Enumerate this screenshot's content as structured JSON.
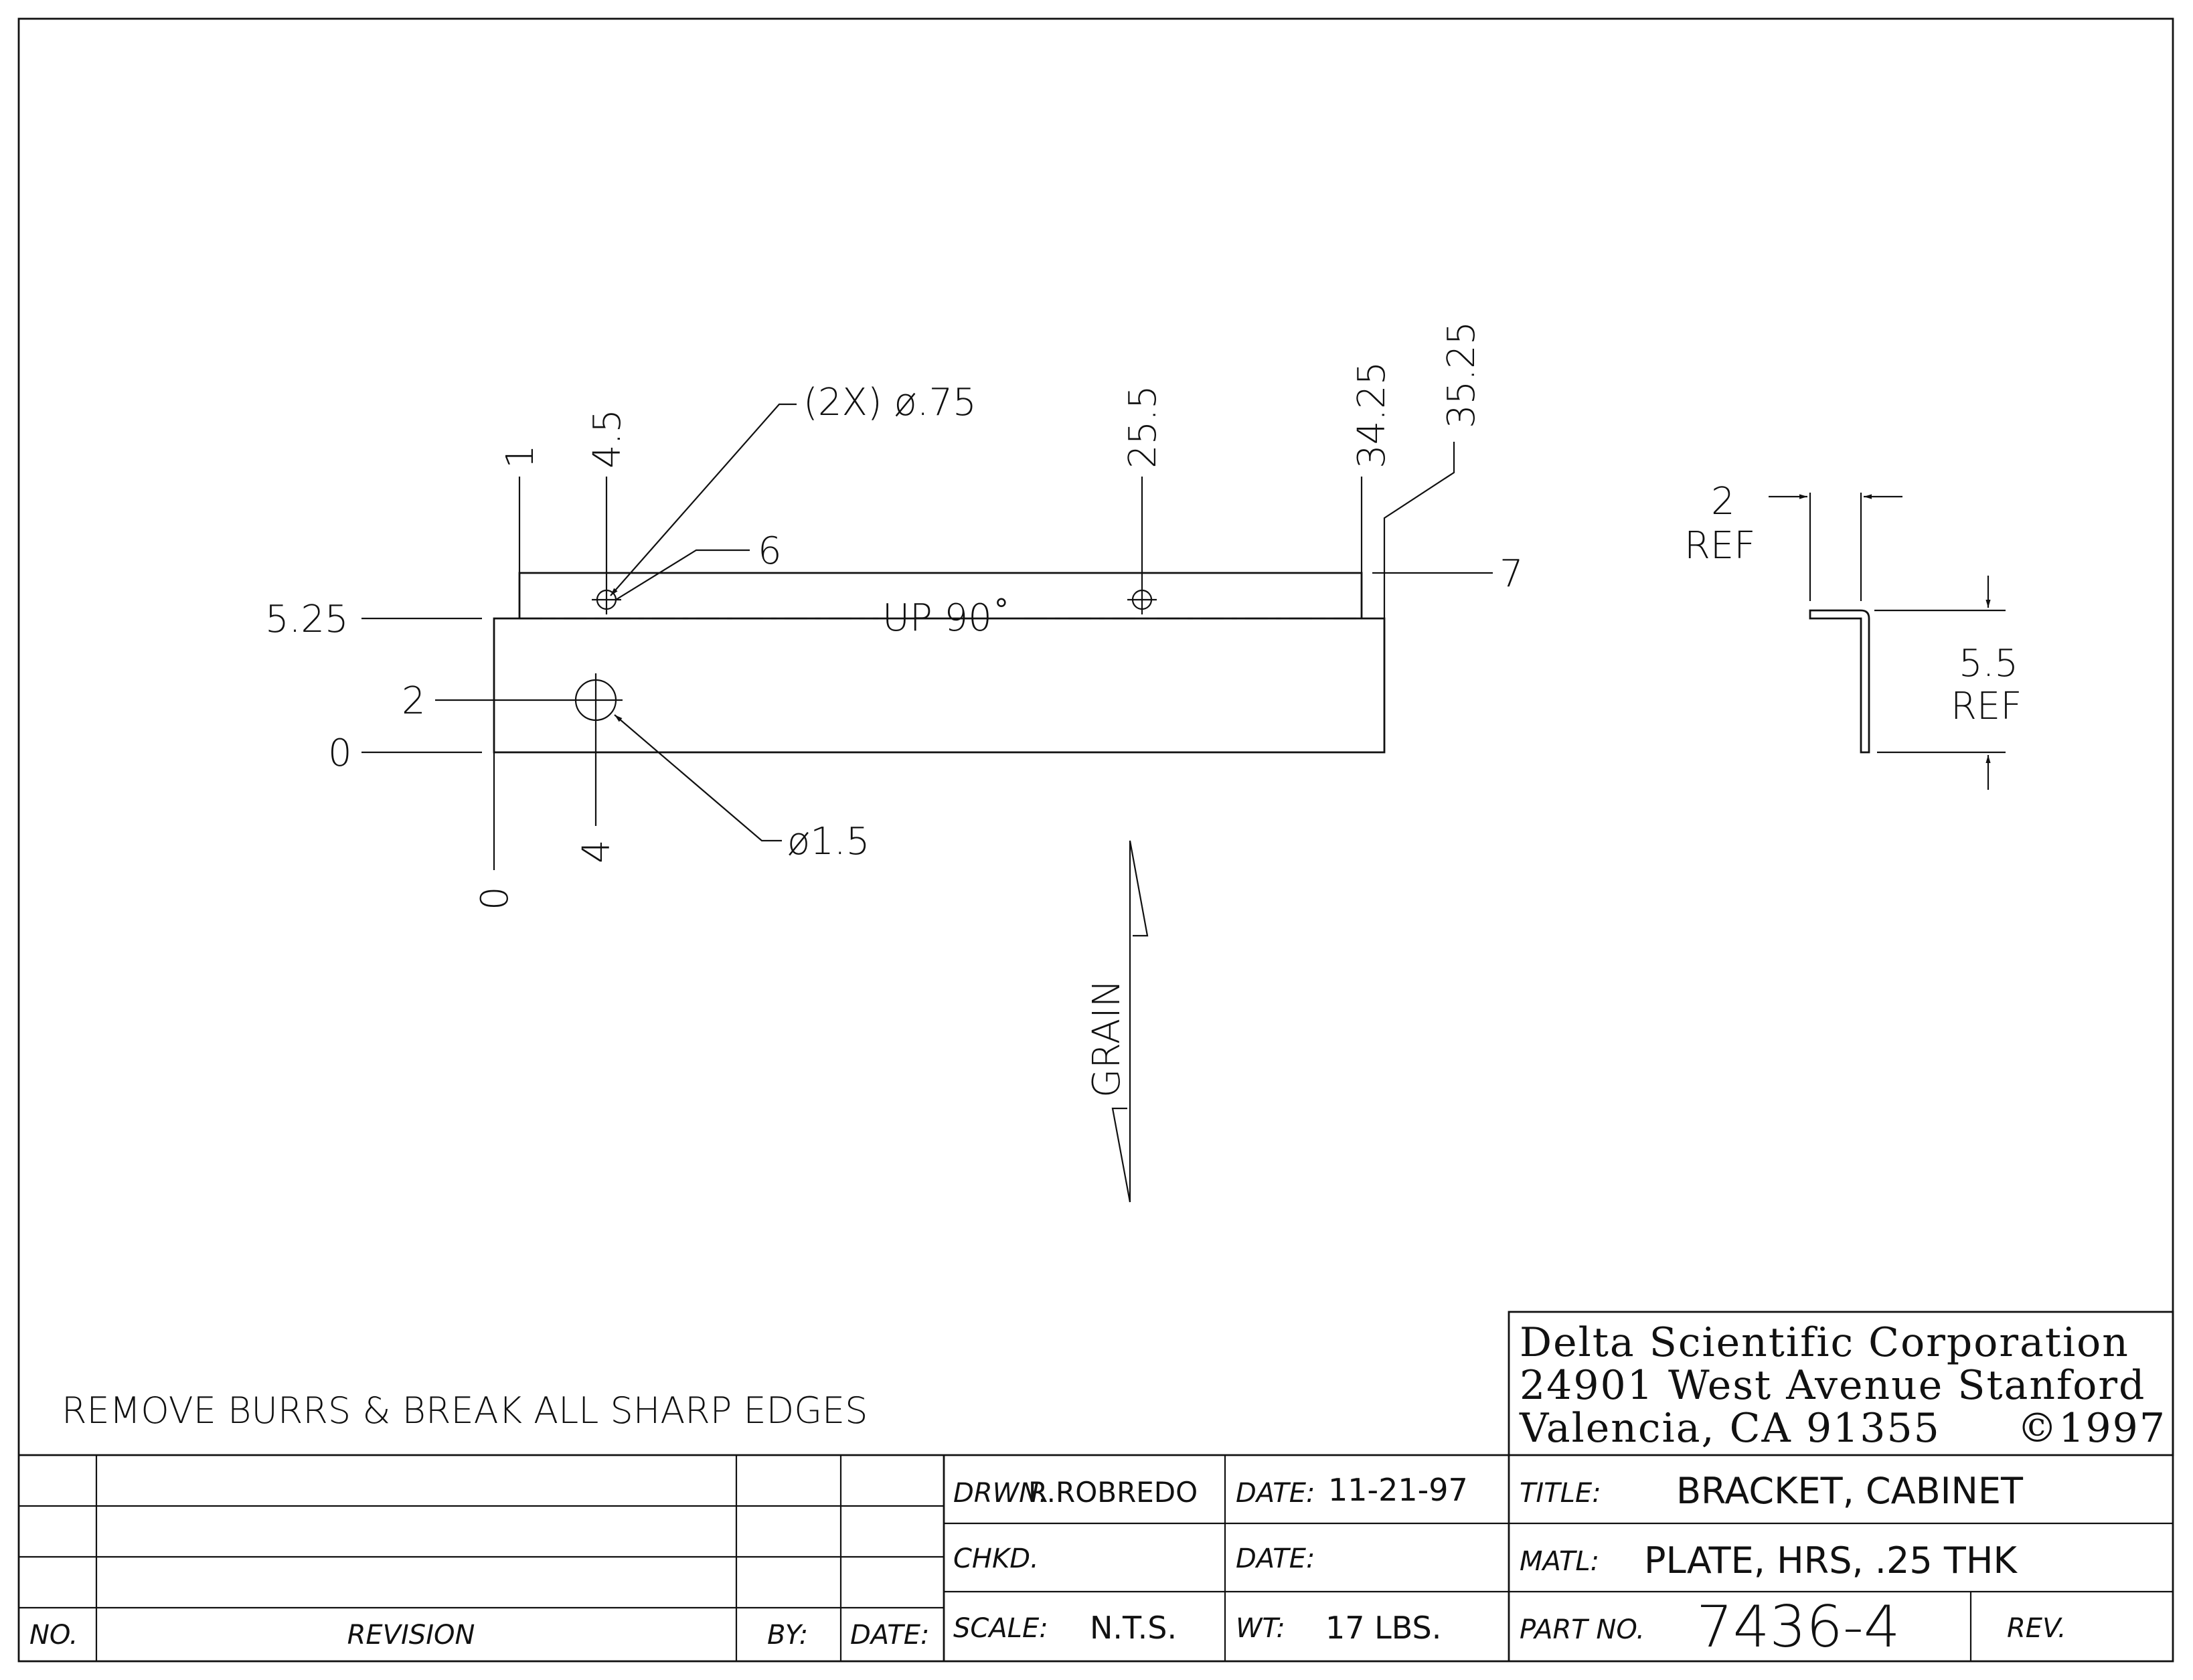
{
  "drawing": {
    "part_dimensions": {
      "x_labels": [
        "0",
        "1",
        "4",
        "4.5",
        "25.5",
        "34.25",
        "35.25"
      ],
      "y_labels": [
        "0",
        "2",
        "5.25",
        "6",
        "7"
      ],
      "hole_callouts": [
        "(2X) ø.75",
        "ø1.5"
      ],
      "bend_note": "UP 90˚"
    },
    "grain_label": "GRAIN",
    "side_view": {
      "thickness_value": "2",
      "thickness_ref": "REF",
      "height_value": "5.5",
      "height_ref": "REF"
    },
    "note": "REMOVE BURRS & BREAK ALL SHARP EDGES"
  },
  "company": {
    "line1": "Delta Scientific Corporation",
    "line2": "24901 West Avenue Stanford",
    "line3_address": "Valencia, CA 91355",
    "line3_copyright": "©1997"
  },
  "revision_block": {
    "headers": {
      "no": "NO.",
      "revision": "REVISION",
      "by": "BY:",
      "date": "DATE:"
    }
  },
  "title_block": {
    "drawn_label": "DRWN.",
    "drawn_by": "R.ROBREDO",
    "date_label": "DATE:",
    "date_value": "11-21-97",
    "checked_label": "CHKD.",
    "checked_date_label": "DATE:",
    "scale_label": "SCALE:",
    "scale_value": "N.T.S.",
    "weight_label": "WT:",
    "weight_value": "17 LBS.",
    "title_label": "TITLE:",
    "title_value": "BRACKET, CABINET",
    "material_label": "MATL:",
    "material_value": "PLATE, HRS, .25 THK",
    "part_no_label": "PART NO.",
    "part_no_value": "7436-4",
    "rev_label": "REV."
  }
}
